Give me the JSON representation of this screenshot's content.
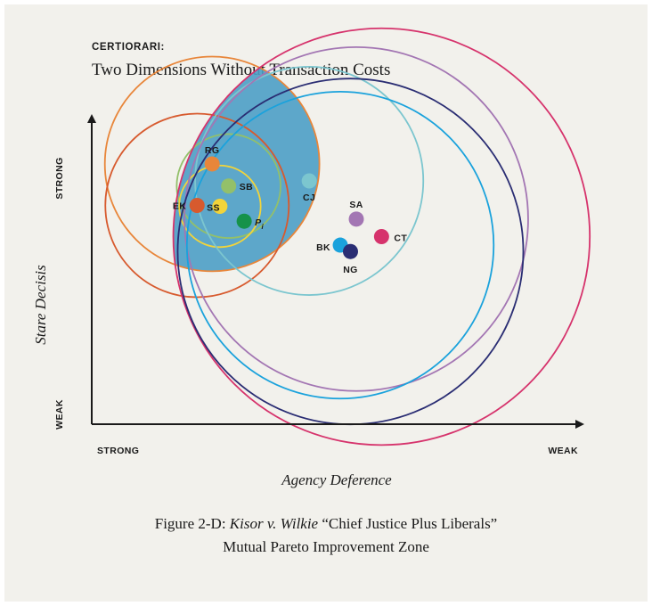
{
  "header": {
    "kicker": "CERTIORARI:",
    "title": "Two Dimensions Without Transaction Costs"
  },
  "caption": {
    "prefix": "Figure 2-D: ",
    "case_name": "Kisor v. Wilkie",
    "quote": " “Chief Justice Plus Liberals”",
    "line2": "Mutual Pareto Improvement Zone"
  },
  "chart_data": {
    "type": "scatter",
    "xlabel": "Agency Deference",
    "ylabel": "Stare Decisis",
    "x_tick_labels": {
      "low": "STRONG",
      "high": "WEAK"
    },
    "y_tick_labels": {
      "low": "WEAK",
      "high": "STRONG"
    },
    "xlim": [
      0,
      100
    ],
    "ylim": [
      0,
      100
    ],
    "status_quo": {
      "label": "P",
      "subscript": "i",
      "x": 31.4,
      "y": 67.0,
      "color": "#16924a"
    },
    "justices": [
      {
        "label": "RG",
        "x": 24.8,
        "y": 85.9,
        "color": "#e8863a",
        "radius": 22.1
      },
      {
        "label": "SB",
        "x": 28.2,
        "y": 78.6,
        "color": "#93c06a",
        "radius": 10.7
      },
      {
        "label": "EK",
        "x": 21.7,
        "y": 72.2,
        "color": "#d75a2e",
        "radius": 18.9
      },
      {
        "label": "SS",
        "x": 26.4,
        "y": 71.9,
        "color": "#f2d43a",
        "radius": 8.4
      },
      {
        "label": "CJ",
        "x": 44.8,
        "y": 80.3,
        "color": "#7cc6cf",
        "radius": 23.5
      },
      {
        "label": "SA",
        "x": 54.5,
        "y": 67.7,
        "color": "#a376b3",
        "radius": 35.4
      },
      {
        "label": "CT",
        "x": 59.7,
        "y": 61.9,
        "color": "#d6336c",
        "radius": 42.9
      },
      {
        "label": "BK",
        "x": 51.2,
        "y": 59.1,
        "color": "#1aa2dc",
        "radius": 31.6
      },
      {
        "label": "NG",
        "x": 53.3,
        "y": 57.0,
        "color": "#2a2d73",
        "radius": 35.6
      }
    ],
    "pareto_zone_color": "#4d9ec7",
    "grid": false
  }
}
